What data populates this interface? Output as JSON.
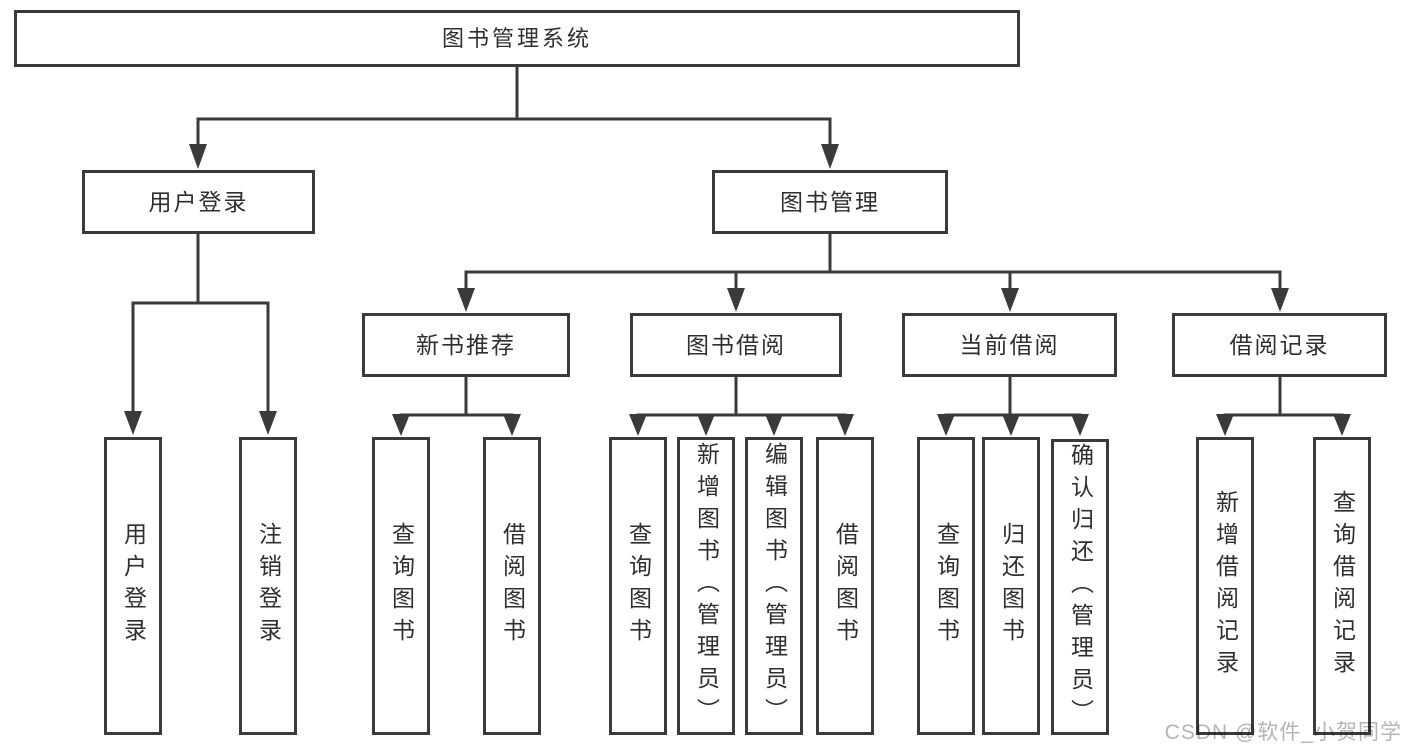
{
  "diagram": {
    "title_note": "library management system function tree",
    "root": {
      "label": "图书管理系统"
    },
    "branches": [
      {
        "label": "用户登录",
        "children": [
          {
            "label": "用户登录"
          },
          {
            "label": "注销登录"
          }
        ]
      },
      {
        "label": "图书管理",
        "children": [
          {
            "label": "新书推荐",
            "children": [
              {
                "label": "查询图书"
              },
              {
                "label": "借阅图书"
              }
            ]
          },
          {
            "label": "图书借阅",
            "children": [
              {
                "label": "查询图书"
              },
              {
                "label": "新增图书（管理员）"
              },
              {
                "label": "编辑图书（管理员）"
              },
              {
                "label": "借阅图书"
              }
            ]
          },
          {
            "label": "当前借阅",
            "children": [
              {
                "label": "查询图书"
              },
              {
                "label": "归还图书"
              },
              {
                "label": "确认归还（管理员）"
              }
            ]
          },
          {
            "label": "借阅记录",
            "children": [
              {
                "label": "新增借阅记录"
              },
              {
                "label": "查询借阅记录"
              }
            ]
          }
        ]
      }
    ]
  },
  "watermark": {
    "text": "CSDN @软件_小贺同学"
  },
  "colors": {
    "line": "#3a3a3a",
    "box_border": "#3a3a3a",
    "text": "#2f2f2f",
    "watermark": "#b5b5b5",
    "background": "#ffffff"
  }
}
